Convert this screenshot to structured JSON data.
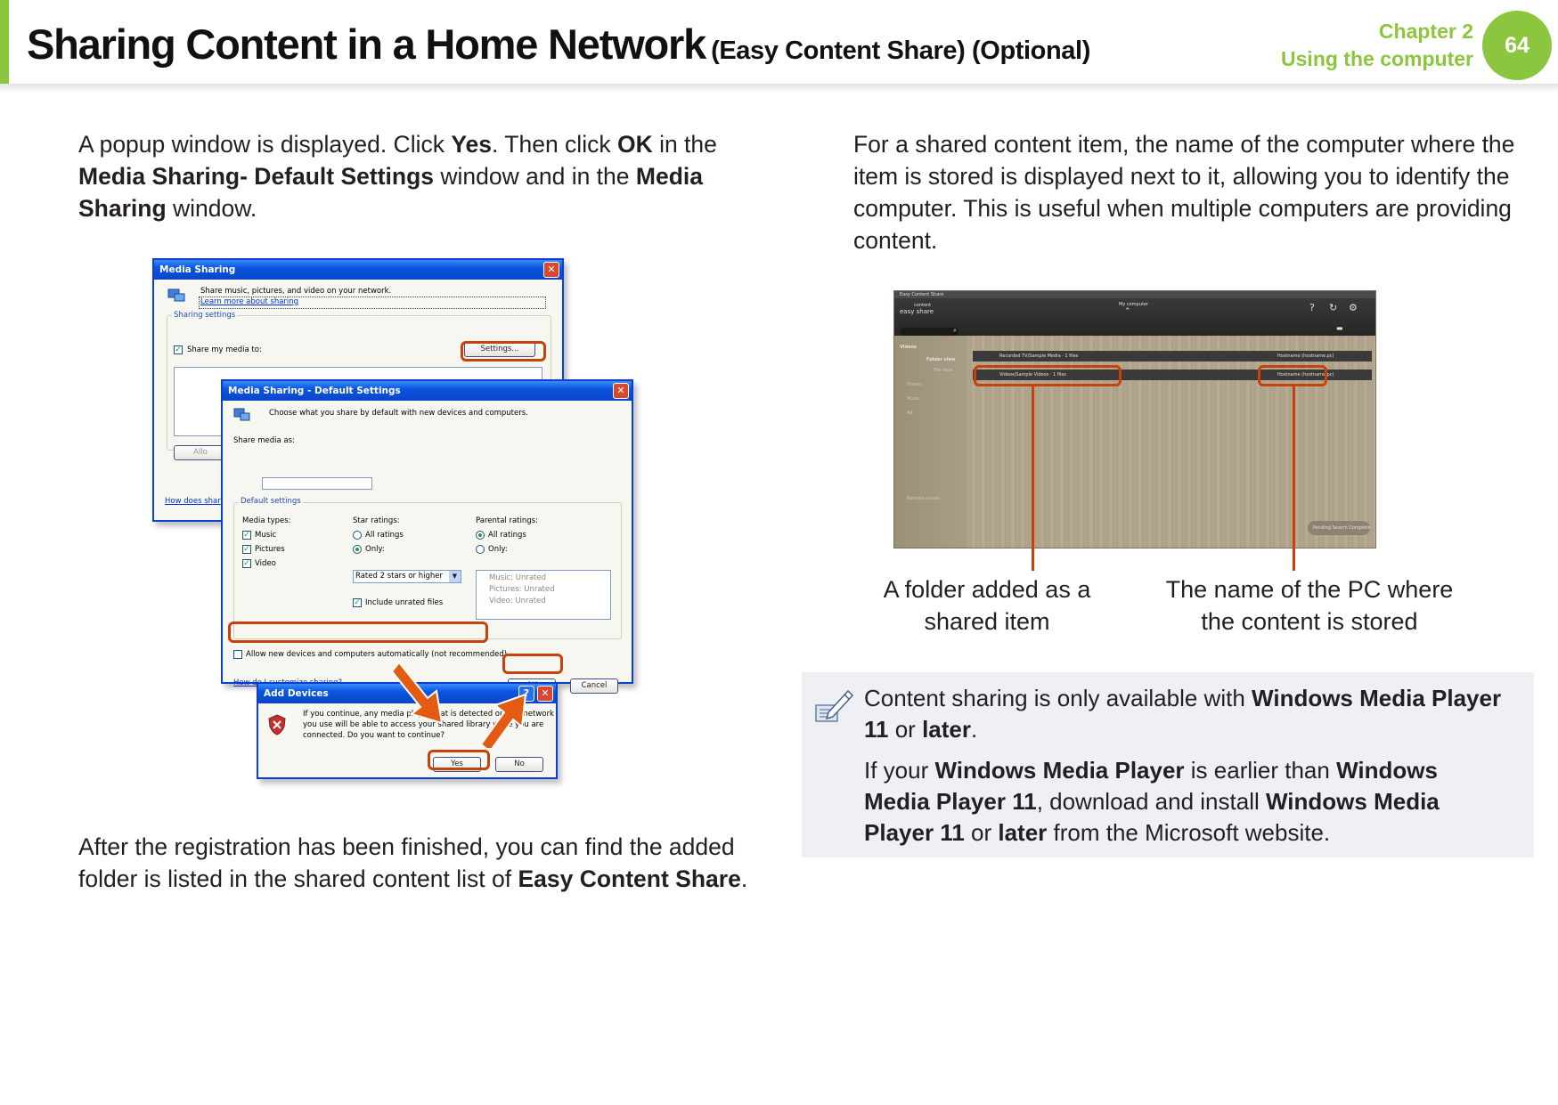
{
  "header": {
    "title_main": "Sharing Content in a Home Network",
    "title_sub": "(Easy Content Share) (Optional)",
    "chapter": "Chapter 2",
    "chapter_subtitle": "Using the computer",
    "page_number": "64"
  },
  "left_column": {
    "para1": {
      "t1": "A popup window is displayed. Click ",
      "b1": "Yes",
      "t2": ". Then click ",
      "b2": "OK",
      "t3": " in the ",
      "b3": "Media Sharing- Default Settings",
      "t4": " window and in the ",
      "b4": "Media Sharing",
      "t5": " window."
    },
    "para2": {
      "t1": "After the registration has been finished, you can find the added folder is listed in the shared content list of ",
      "b1": "Easy Content Share",
      "t2": "."
    }
  },
  "dialogs": {
    "media_sharing": {
      "title": "Media Sharing",
      "intro": "Share music, pictures, and video on your network.",
      "learn_link": "Learn more about sharing",
      "group": "Sharing settings",
      "share_my_media": "Share my media to:",
      "settings_button": "Settings...",
      "allow": "Allo",
      "how_link": "How does shar"
    },
    "default_settings": {
      "title": "Media Sharing - Default Settings",
      "intro": "Choose what you share by default with new devices and computers.",
      "share_media_as": "Share media as:",
      "group": "Default settings",
      "media_types": "Media types:",
      "music": "Music",
      "pictures": "Pictures",
      "video": "Video",
      "star_ratings": "Star ratings:",
      "all_ratings": "All ratings",
      "only": "Only:",
      "rated_select": "Rated 2 stars or higher",
      "include_unrated": "Include unrated files",
      "parental_ratings": "Parental ratings:",
      "parental_all": "All ratings",
      "parental_only": "Only:",
      "list_music": "Music: Unrated",
      "list_pictures": "Pictures: Unrated",
      "list_video": "Video: Unrated",
      "allow_new": "Allow new devices and computers automatically (not recommended)",
      "customize_link": "How do I customize sharing?",
      "ok_button": "OK",
      "cancel_button": "Cancel"
    },
    "add_devices": {
      "title": "Add Devices",
      "message_line1": "If you continue, any media player that is detected on any network",
      "message_line2": "you use will be able to access your shared library while you are",
      "message_line3": "connected. Do you want to continue?",
      "yes_button": "Yes",
      "no_button": "No"
    },
    "colors": {
      "highlight": "#c8410a",
      "xp_title": "#0b55e0"
    }
  },
  "right_column": {
    "para3": "For a shared content item, the name of the computer where the item is stored is displayed next to it, allowing you to identify the computer. This is useful when multiple computers are providing content."
  },
  "easy_content_share": {
    "app_title": "Easy Content Share",
    "logo_top": "content",
    "logo_bottom": "easy share",
    "my_computer": "My computer",
    "sidebar": {
      "videos": "Videos",
      "folder_view": "Folder view",
      "file_view": "File view",
      "photos": "Photos",
      "music": "Music",
      "all": "All",
      "remote": "Remote server"
    },
    "rows": [
      {
        "name": "Recorded TV/Sample Media · 1 files",
        "pc": "Hostname (hostname.pc)"
      },
      {
        "name": "Videos/Sample Videos · 1 files",
        "pc": "Hostname (hostname.pc)"
      }
    ],
    "status": "Pending Search Complete"
  },
  "captions": {
    "folder": "A folder added as a shared item",
    "pc": "The name of the PC where the content is stored"
  },
  "note": {
    "n1_t1": "Content sharing is only available with ",
    "n1_b1": "Windows Media Player 11",
    "n1_t2": " or ",
    "n1_b2": "later",
    "n1_t3": ".",
    "n2_t1": "If your ",
    "n2_b1": "Windows Media Player",
    "n2_t2": " is earlier than ",
    "n2_b2": "Windows Media Player 11",
    "n2_t3": ", download and install ",
    "n2_b3": "Windows Media Player 11",
    "n2_t4": " or ",
    "n2_b4": "later",
    "n2_t5": " from the Microsoft website."
  },
  "colors": {
    "accent_green": "#8cc63f",
    "note_background": "#eef0f4",
    "callout_orange": "#c8410a"
  }
}
